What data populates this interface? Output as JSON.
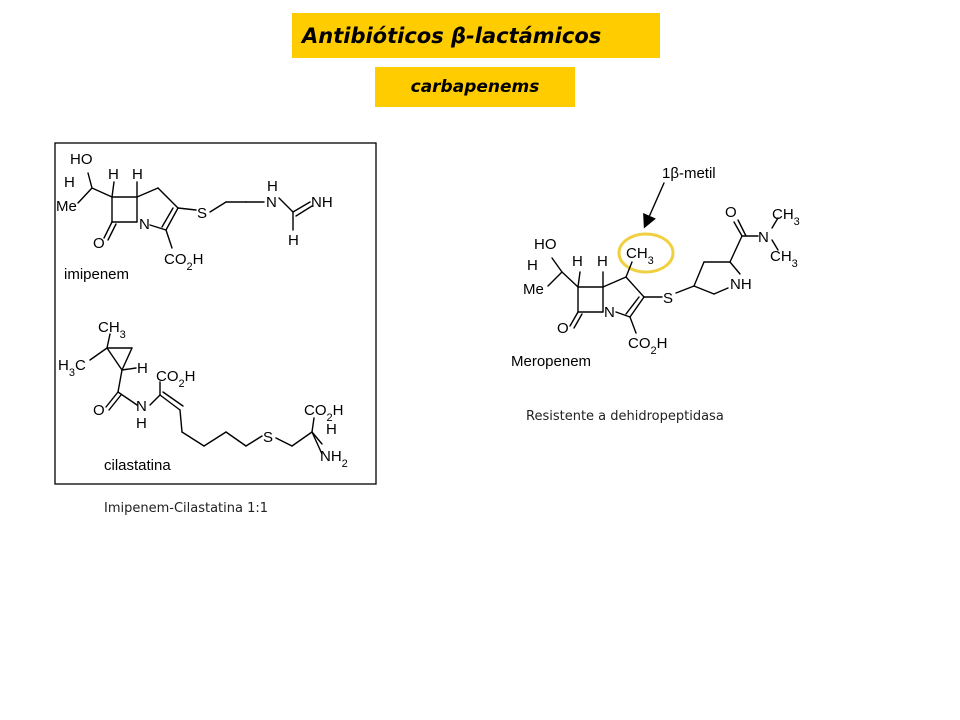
{
  "slide": {
    "title": "Antibióticos β-lactámicos",
    "subtitle": "carbapenems",
    "caption_left": "Imipenem-Cilastatina 1:1",
    "caption_right": "Resistente a dehidropeptidasa"
  },
  "imipenem": {
    "name": "imipenem",
    "atoms": {
      "ho": "HO",
      "h_methine": "H",
      "me": "Me",
      "h_c6": "H",
      "h_c5": "H",
      "o": "O",
      "n": "N",
      "s": "S",
      "co2h": "CO2H",
      "h_n1": "H",
      "n_amine": "N",
      "nh": "NH",
      "h_n2": "H"
    }
  },
  "cilastatina": {
    "name": "cilastatina",
    "atoms": {
      "ch3": "CH3",
      "h3c": "H3C",
      "h_cp": "H",
      "co2h_1": "CO2H",
      "o": "O",
      "n": "N",
      "h_n": "H",
      "s": "S",
      "co2h_2": "CO2H",
      "h_alpha": "H",
      "nh2": "NH2"
    }
  },
  "meropenem": {
    "name": "Meropenem",
    "annotation": "1β-metil",
    "highlight_color": "#f0d040",
    "atoms": {
      "ho": "HO",
      "h_methine": "H",
      "me": "Me",
      "h_c6": "H",
      "h_c5": "H",
      "ch3": "CH3",
      "o": "O",
      "n": "N",
      "s": "S",
      "co2h": "CO2H",
      "nh": "NH",
      "o_amide": "O",
      "n_amide": "N",
      "ch3_a": "CH3",
      "ch3_b": "CH3"
    }
  },
  "colors": {
    "banner": "#ffcc00",
    "highlight": "#f0d040"
  }
}
